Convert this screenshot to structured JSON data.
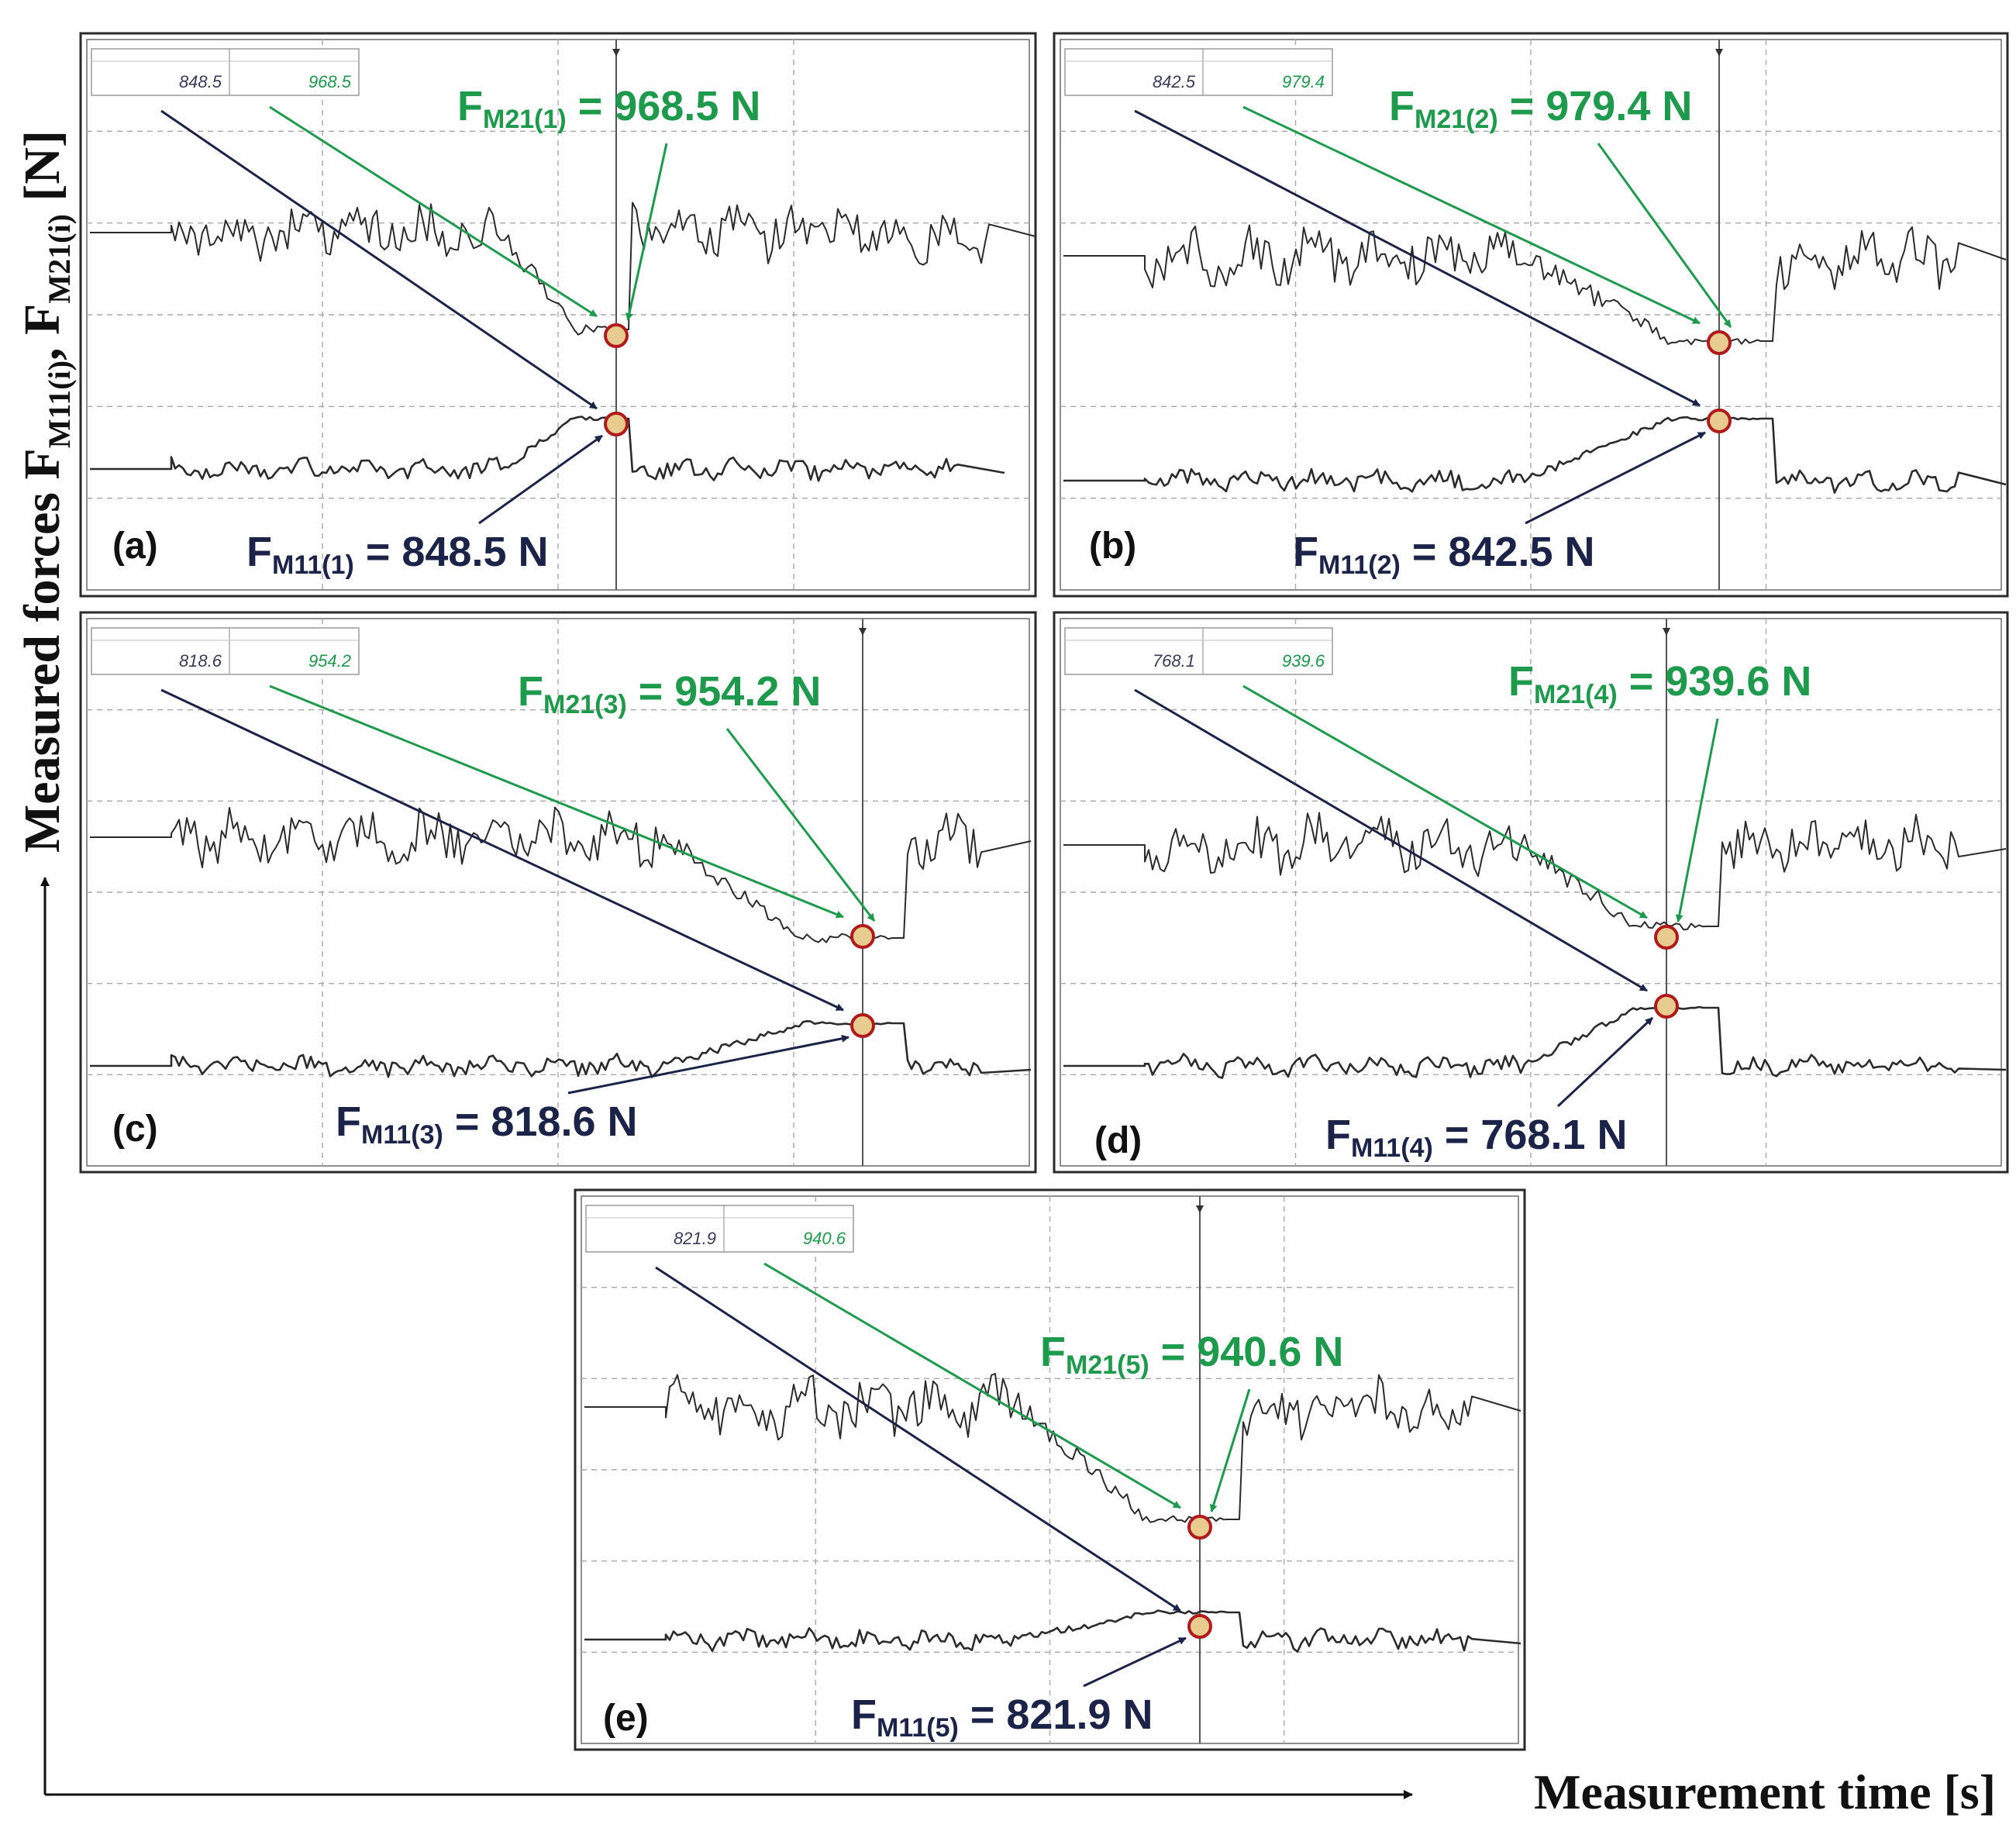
{
  "figure": {
    "y_axis_label": "Measured forces F",
    "y_axis_sub1": "M11(i)",
    "y_axis_sep": ", F",
    "y_axis_sub2": "M21(i)",
    "y_axis_unit": " [N]",
    "x_axis_label": "Measurement time [s]"
  },
  "colors": {
    "green": "#1e9a4c",
    "navy": "#1b2349",
    "trace": "#2b2b2b",
    "marker_fill": "#e7cb8f",
    "marker_stroke": "#b01a1a",
    "grid": "#a9a9a9"
  },
  "chart_data": [
    {
      "type": "line",
      "panel_label": "(a)",
      "readout": {
        "ch1_value": "848.5",
        "ch2_value": "968.5"
      },
      "upper": {
        "sub": "M21(1)",
        "value": "968.5",
        "unit": "N"
      },
      "lower": {
        "sub": "M11(1)",
        "value": "848.5",
        "unit": "N"
      }
    },
    {
      "type": "line",
      "panel_label": "(b)",
      "readout": {
        "ch1_value": "842.5",
        "ch2_value": "979.4"
      },
      "upper": {
        "sub": "M21(2)",
        "value": "979.4",
        "unit": "N"
      },
      "lower": {
        "sub": "M11(2)",
        "value": "842.5",
        "unit": "N"
      }
    },
    {
      "type": "line",
      "panel_label": "(c)",
      "readout": {
        "ch1_value": "818.6",
        "ch2_value": "954.2"
      },
      "upper": {
        "sub": "M21(3)",
        "value": "954.2",
        "unit": "N"
      },
      "lower": {
        "sub": "M11(3)",
        "value": "818.6",
        "unit": "N"
      }
    },
    {
      "type": "line",
      "panel_label": "(d)",
      "readout": {
        "ch1_value": "768.1",
        "ch2_value": "939.6"
      },
      "upper": {
        "sub": "M21(4)",
        "value": "939.6",
        "unit": "N"
      },
      "lower": {
        "sub": "M11(4)",
        "value": "768.1",
        "unit": "N"
      }
    },
    {
      "type": "line",
      "panel_label": "(e)",
      "readout": {
        "ch1_value": "821.9",
        "ch2_value": "940.6"
      },
      "upper": {
        "sub": "M21(5)",
        "value": "940.6",
        "unit": "N"
      },
      "lower": {
        "sub": "M11(5)",
        "value": "821.9",
        "unit": "N"
      }
    }
  ]
}
